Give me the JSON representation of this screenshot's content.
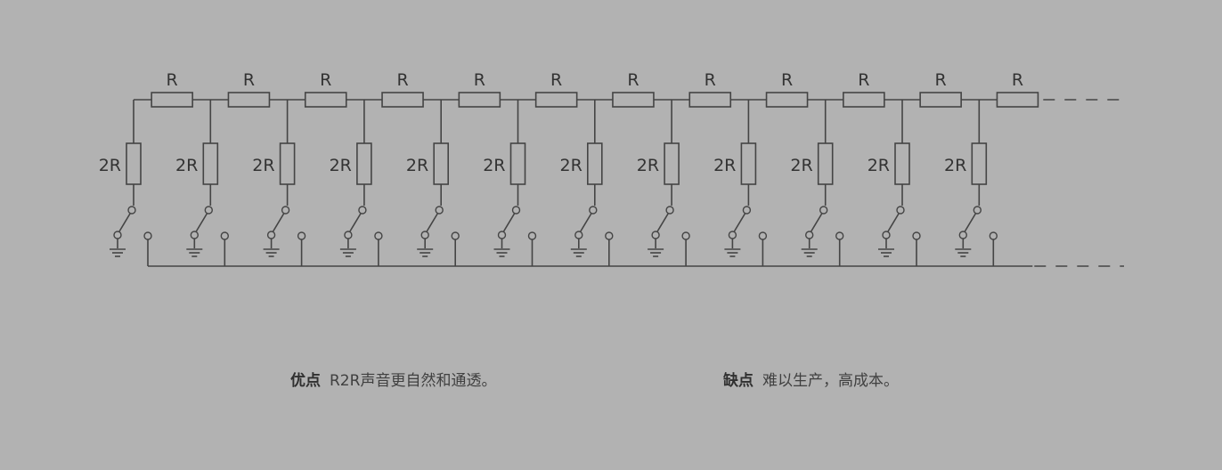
{
  "diagram": {
    "stage_count": 12,
    "series_resistor_label": "R",
    "shunt_resistor_label": "2R"
  },
  "captions": {
    "pros": {
      "head": "优点",
      "text": "R2R声音更自然和通透。"
    },
    "cons": {
      "head": "缺点",
      "text": "难以生产，高成本。"
    }
  }
}
